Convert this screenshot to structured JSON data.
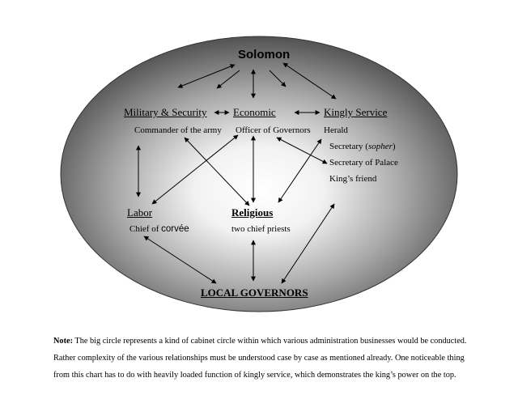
{
  "title": "Solomon",
  "categories": {
    "military": {
      "heading": "Military & Security",
      "items": [
        "Commander of the army"
      ]
    },
    "economic": {
      "heading": "Economic",
      "items": [
        "Officer of Governors"
      ]
    },
    "kingly": {
      "heading": "Kingly Service",
      "items": [
        "Herald",
        "Secretary (",
        "sopher",
        ")",
        "Secretary of Palace",
        "King’s friend"
      ]
    },
    "labor": {
      "heading": "Labor",
      "item_prefix": "Chief of ",
      "item_emph": "corvée"
    },
    "religious": {
      "heading": "Religious",
      "items": [
        "two chief priests"
      ]
    },
    "local": {
      "heading": "LOCAL GOVERNORS"
    }
  },
  "note": {
    "label": "Note:",
    "text": " The big circle represents a kind of cabinet circle within which various administration businesses would be conducted. Rather complexity of the various relationships must be understood case by case as mentioned already. One noticeable thing from this chart has to do with heavily loaded function of kingly service, which demonstrates the king’s power on the top."
  },
  "colors": {
    "ellipse_center": "#ffffff",
    "ellipse_edge": "#4a4a4a",
    "arrows": "#000000"
  }
}
